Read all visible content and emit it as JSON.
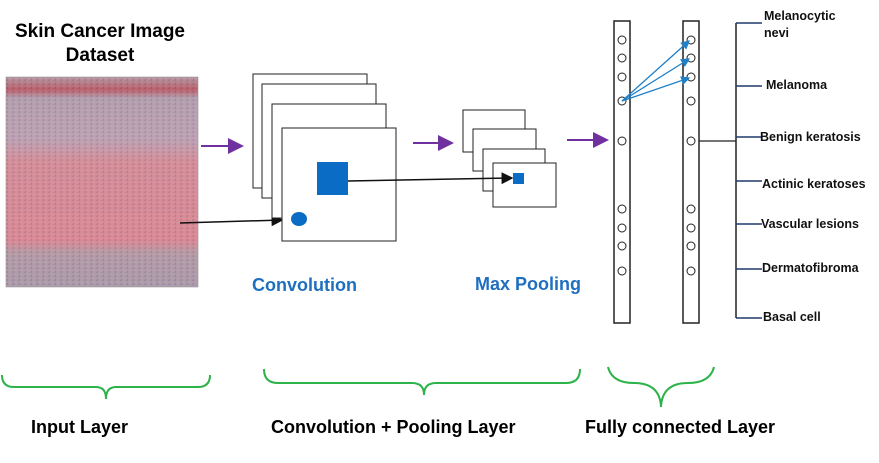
{
  "diagram": {
    "input": {
      "title_line1": "Skin Cancer Image",
      "title_line2": "Dataset"
    },
    "stages": {
      "convolution": "Convolution",
      "max_pooling": "Max Pooling"
    },
    "groups": {
      "input_layer": "Input Layer",
      "conv_pool_layer": "Convolution + Pooling Layer",
      "fc_layer": "Fully connected Layer"
    },
    "classes": [
      {
        "line1": "Melanocytic",
        "line2": "nevi"
      },
      {
        "line1": "Melanoma"
      },
      {
        "line1": "Benign keratosis"
      },
      {
        "line1": "Actinic keratoses"
      },
      {
        "line1": "Vascular lesions"
      },
      {
        "line1": "Dermatofibroma"
      },
      {
        "line1": "Basal cell"
      }
    ],
    "colors": {
      "accent_blue": "#0a6cc4",
      "arrow_purple": "#7030a0",
      "brace_green": "#2db34a",
      "connection_blue": "#1f7fc7"
    }
  }
}
